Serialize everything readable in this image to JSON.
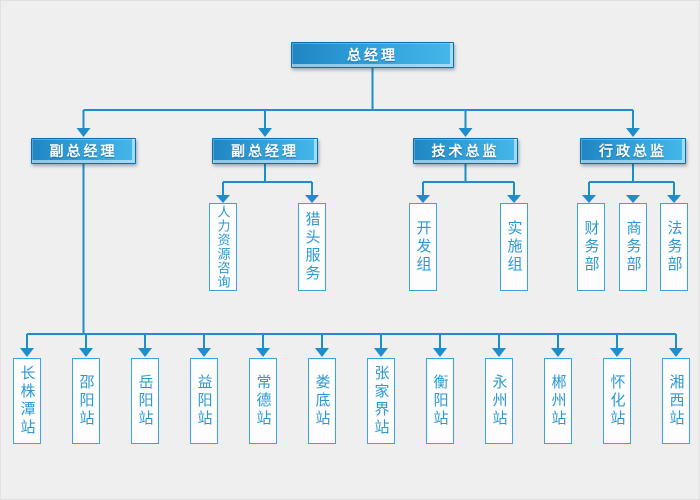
{
  "colors": {
    "background": "#efefef",
    "connector_line": "#1f8dc9",
    "leaf_border": "#3aa5dc",
    "leaf_text": "#2b99d4",
    "gradient_start": "#1e86c3",
    "gradient_end": "#45b7ea",
    "gradient_border": "#0d6fa8",
    "node_text": "#ffffff"
  },
  "org": {
    "root": {
      "label": "总经理"
    },
    "managers": [
      {
        "label": "副总经理"
      },
      {
        "label": "副总经理"
      },
      {
        "label": "技术总监"
      },
      {
        "label": "行政总监"
      }
    ],
    "deputy2_children": [
      {
        "label": "人力资源咨询"
      },
      {
        "label": "猎头服务"
      }
    ],
    "tech_children": [
      {
        "label": "开发组"
      },
      {
        "label": "实施组"
      }
    ],
    "admin_children": [
      {
        "label": "财务部"
      },
      {
        "label": "商务部"
      },
      {
        "label": "法务部"
      }
    ],
    "stations": [
      {
        "label": "长株潭站"
      },
      {
        "label": "邵阳站"
      },
      {
        "label": "岳阳站"
      },
      {
        "label": "益阳站"
      },
      {
        "label": "常德站"
      },
      {
        "label": "娄底站"
      },
      {
        "label": "张家界站"
      },
      {
        "label": "衡阳站"
      },
      {
        "label": "永州站"
      },
      {
        "label": "郴州站"
      },
      {
        "label": "怀化站"
      },
      {
        "label": "湘西站"
      }
    ]
  }
}
